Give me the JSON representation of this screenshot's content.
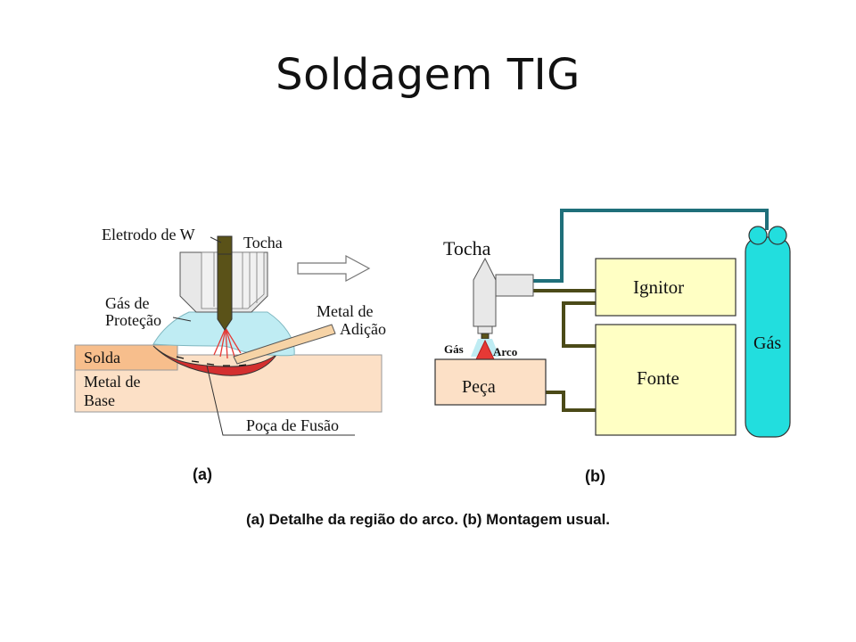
{
  "slide": {
    "title": "Soldagem TIG",
    "caption": "(a) Detalhe da região do arco. (b) Montagem usual."
  },
  "panel_a": {
    "sublabel": "(a)",
    "labels": {
      "eletrodo": "Eletrodo de W",
      "tocha": "Tocha",
      "gas_line1": "Gás de",
      "gas_line2": "Proteção",
      "metal_adicao_line1": "Metal de",
      "metal_adicao_line2": "Adição",
      "solda": "Solda",
      "metal_base_line1": "Metal de",
      "metal_base_line2": "Base",
      "poca": "Poça de Fusão"
    }
  },
  "panel_b": {
    "sublabel": "(b)",
    "labels": {
      "tocha": "Tocha",
      "ignitor": "Ignitor",
      "fonte": "Fonte",
      "gas_cylinder": "Gás",
      "gas_small": "Gás",
      "arco": "Arco",
      "peca": "Peça"
    }
  },
  "colors": {
    "base_metal": "#fce0c6",
    "solda": "#f7be8c",
    "shield_gas": "#bfecf3",
    "weld_pool": "#d32f2f",
    "filler_rod": "#f6d3a6",
    "torch_gray": "#e8e8e8",
    "electrode": "#5a5218",
    "box_yellow": "#ffffc4",
    "cylinder_cyan": "#22dede",
    "gas_line": "#1f6f7a",
    "cable_olive": "#4b4a18",
    "arc_red": "#e53935"
  }
}
